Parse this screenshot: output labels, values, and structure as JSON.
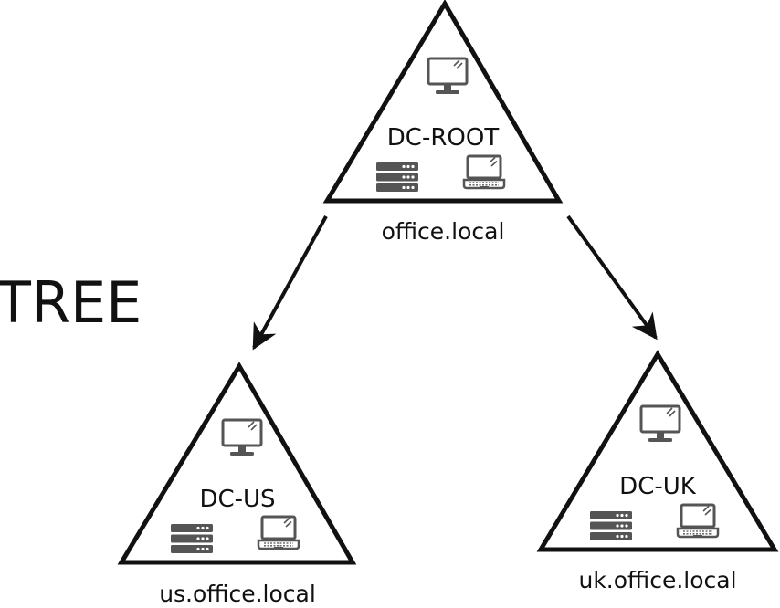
{
  "diagram": {
    "title": "TREE",
    "nodes": [
      {
        "id": "root",
        "dc_label": "DC-ROOT",
        "domain": "office.local"
      },
      {
        "id": "us",
        "dc_label": "DC-US",
        "domain": "us.office.local"
      },
      {
        "id": "uk",
        "dc_label": "DC-UK",
        "domain": "uk.office.local"
      }
    ],
    "edges": [
      {
        "from": "root",
        "to": "us"
      },
      {
        "from": "root",
        "to": "uk"
      }
    ],
    "icons": [
      "monitor-icon",
      "server-icon",
      "laptop-icon"
    ],
    "colors": {
      "line": "#111111",
      "icon": "#555555",
      "background": "#ffffff"
    }
  }
}
